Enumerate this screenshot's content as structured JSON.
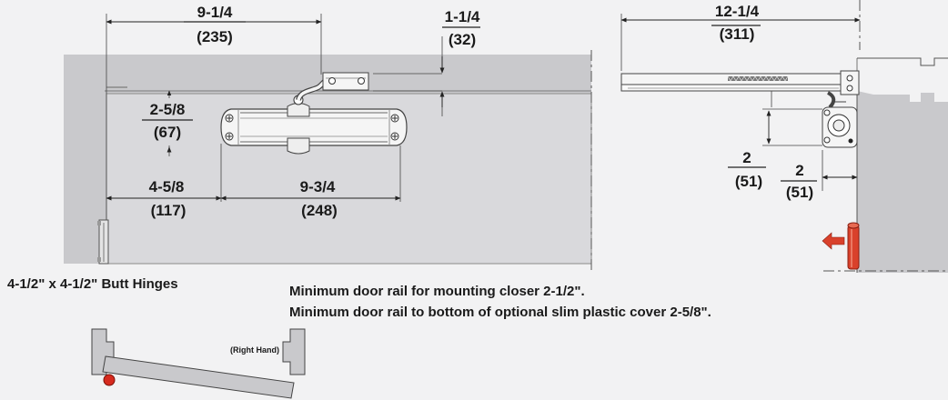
{
  "front_view": {
    "dim_closer_length": {
      "inches": "9-1/4",
      "mm": "(235)"
    },
    "dim_shoe_height": {
      "inches": "1-1/4",
      "mm": "(32)"
    },
    "dim_body_drop": {
      "inches": "2-5/8",
      "mm": "(67)"
    },
    "dim_hinge_offset": {
      "inches": "4-5/8",
      "mm": "(117)"
    },
    "dim_body_length": {
      "inches": "9-3/4",
      "mm": "(248)"
    },
    "hinge_label": "4-1/2\" x 4-1/2\" Butt Hinges"
  },
  "side_view": {
    "dim_arm_length": {
      "inches": "12-1/4",
      "mm": "(311)"
    },
    "dim_vertical": {
      "inches": "2",
      "mm": "(51)"
    },
    "dim_horizontal": {
      "inches": "2",
      "mm": "(51)"
    }
  },
  "notes": {
    "line1": "Minimum door rail for mounting closer 2-1/2\".",
    "line2": "Minimum door rail to bottom of optional slim plastic cover 2-5/8\"."
  },
  "plan_view": {
    "hand_label": "(Right Hand)"
  },
  "colors": {
    "background": "#f2f2f3",
    "frame": "#c9c9cc",
    "door": "#d9d9dc",
    "closer_body": "#f5f5f5",
    "arrow_red": "#d9412b",
    "pivot_red": "#d62a1e"
  }
}
